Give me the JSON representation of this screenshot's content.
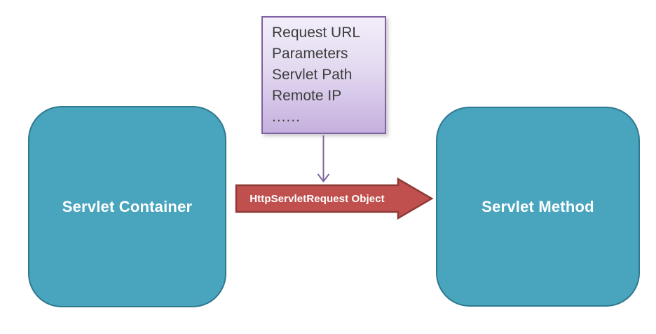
{
  "left_box": {
    "label": "Servlet Container"
  },
  "right_box": {
    "label": "Servlet Method"
  },
  "info_box": {
    "lines": [
      "Request URL",
      "Parameters",
      "Servlet Path",
      "Remote IP",
      "......"
    ]
  },
  "flow_arrow": {
    "label": "HttpServletRequest Object"
  },
  "connector_arrow": {
    "from": "info-box",
    "to": "flow-arrow"
  },
  "colors": {
    "teal_fill": "#49A5BE",
    "teal_border": "#2F798F",
    "red_fill": "#C0504D",
    "red_border": "#8E3A37",
    "purple_border": "#7E62A1",
    "purple_gradient_top": "#F3EEFA",
    "purple_gradient_bottom": "#C5B0DE",
    "connector_purple": "#8064A2",
    "info_text": "#3D3D3D",
    "box_label_text": "#FFFFFF"
  }
}
